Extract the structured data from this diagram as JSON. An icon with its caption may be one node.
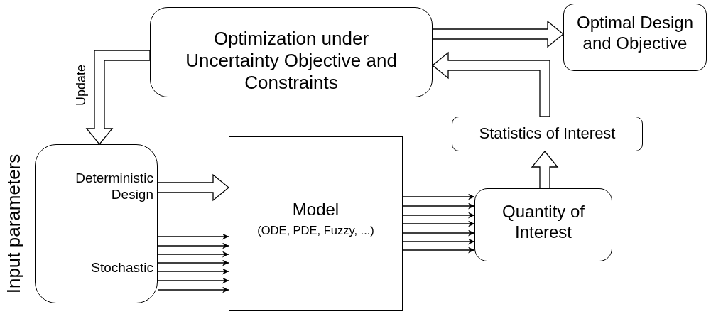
{
  "diagram": {
    "nodes": [
      {
        "text": [
          "Optimization under Uncertainty Objective and Constraints"
        ]
      },
      {
        "text": [
          "Optimal Design and Objective"
        ]
      },
      {
        "text": [
          "Input parameters",
          "Deterministic Design",
          "Stochastic"
        ]
      },
      {
        "text": [
          "Model",
          "(ODE, PDE, Fuzzy, ...)"
        ]
      },
      {
        "text": [
          "Statistics of Interest"
        ]
      },
      {
        "text": [
          "Quantity of Interest"
        ]
      }
    ],
    "edges": [
      {
        "from": 0,
        "to": 1,
        "arrow": "to",
        "style": "thick"
      },
      {
        "from": 0,
        "to": 2,
        "arrow": "to",
        "style": "thick",
        "label": "Update"
      },
      {
        "from": 2,
        "to": 3,
        "arrow": "to",
        "style": "thick"
      },
      {
        "from": 2,
        "to": 3,
        "arrow": "to"
      },
      {
        "from": 2,
        "to": 3,
        "arrow": "to"
      },
      {
        "from": 2,
        "to": 3,
        "arrow": "to"
      },
      {
        "from": 2,
        "to": 3,
        "arrow": "to"
      },
      {
        "from": 2,
        "to": 3,
        "arrow": "to"
      },
      {
        "from": 2,
        "to": 3,
        "arrow": "to"
      },
      {
        "from": 2,
        "to": 3,
        "arrow": "to"
      },
      {
        "from": 3,
        "to": 5,
        "arrow": "to"
      },
      {
        "from": 3,
        "to": 5,
        "arrow": "to"
      },
      {
        "from": 3,
        "to": 5,
        "arrow": "to"
      },
      {
        "from": 3,
        "to": 5,
        "arrow": "to"
      },
      {
        "from": 3,
        "to": 5,
        "arrow": "to"
      },
      {
        "from": 3,
        "to": 5,
        "arrow": "to"
      },
      {
        "from": 3,
        "to": 5,
        "arrow": "to"
      },
      {
        "from": 5,
        "to": 4,
        "arrow": "to",
        "style": "thick"
      },
      {
        "from": 4,
        "to": 0,
        "arrow": "to",
        "style": "thick"
      }
    ]
  }
}
